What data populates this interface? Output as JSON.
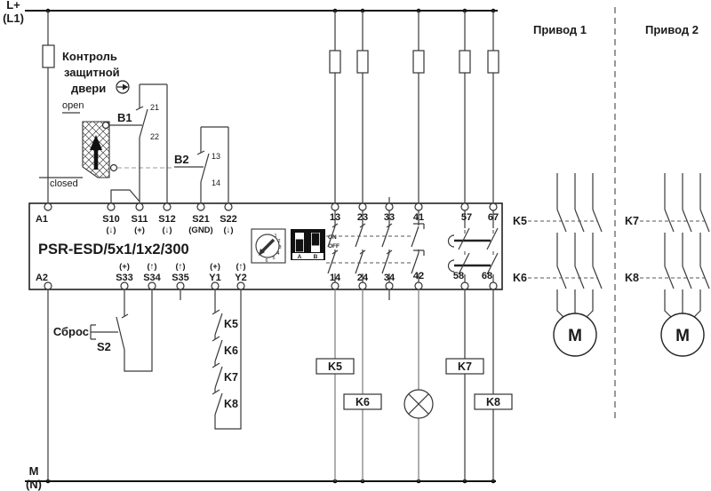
{
  "power": {
    "top1": "L+",
    "top2": "(L1)",
    "bottom1": "M",
    "bottom2": "(N)"
  },
  "door_monitor": {
    "title1": "Контроль",
    "title2": "защитной",
    "title3": "двери",
    "open_label": "open",
    "closed_label": "closed",
    "b1": {
      "name": "B1",
      "t1": "21",
      "t2": "22"
    },
    "b2": {
      "name": "B2",
      "t1": "13",
      "t2": "14"
    }
  },
  "relay": {
    "model": "PSR-ESD/5x1/1x2/300",
    "top_terminals": [
      {
        "label": "A1",
        "sub": ""
      },
      {
        "label": "S10",
        "sub": "(↓)"
      },
      {
        "label": "S11",
        "sub": "(+)"
      },
      {
        "label": "S12",
        "sub": "(↓)"
      },
      {
        "label": "S21",
        "sub": "(GND)"
      },
      {
        "label": "S22",
        "sub": "(↓)"
      },
      {
        "label": "13",
        "sub": ""
      },
      {
        "label": "23",
        "sub": ""
      },
      {
        "label": "33",
        "sub": ""
      },
      {
        "label": "41",
        "sub": ""
      },
      {
        "label": "57",
        "sub": ""
      },
      {
        "label": "67",
        "sub": ""
      }
    ],
    "bottom_terminals": [
      {
        "label": "A2",
        "sub": ""
      },
      {
        "label": "S33",
        "sub": "(+)"
      },
      {
        "label": "S34",
        "sub": "(↑)"
      },
      {
        "label": "S35",
        "sub": "(↑)"
      },
      {
        "label": "Y1",
        "sub": "(+)"
      },
      {
        "label": "Y2",
        "sub": "(↑)"
      },
      {
        "label": "14",
        "sub": ""
      },
      {
        "label": "24",
        "sub": ""
      },
      {
        "label": "34",
        "sub": ""
      },
      {
        "label": "42",
        "sub": ""
      },
      {
        "label": "58",
        "sub": ""
      },
      {
        "label": "68",
        "sub": ""
      }
    ],
    "rotary_switch": {
      "digits": [
        "1",
        "2",
        "3",
        "4",
        "5",
        "6"
      ]
    },
    "dip_switch": {
      "on": "ON",
      "off": "OFF",
      "a": "A",
      "b": "B"
    }
  },
  "reset": {
    "label": "Сброс",
    "id": "S2"
  },
  "feedback_chain": {
    "contacts": [
      "K5",
      "K6",
      "K7",
      "K8"
    ]
  },
  "coils": [
    "K5",
    "K6",
    "K7",
    "K8"
  ],
  "drives": [
    {
      "title": "Привод 1",
      "upper_contactor": "K5",
      "lower_contactor": "K6",
      "motor": "M"
    },
    {
      "title": "Привод 2",
      "upper_contactor": "K7",
      "lower_contactor": "K8",
      "motor": "M"
    }
  ]
}
